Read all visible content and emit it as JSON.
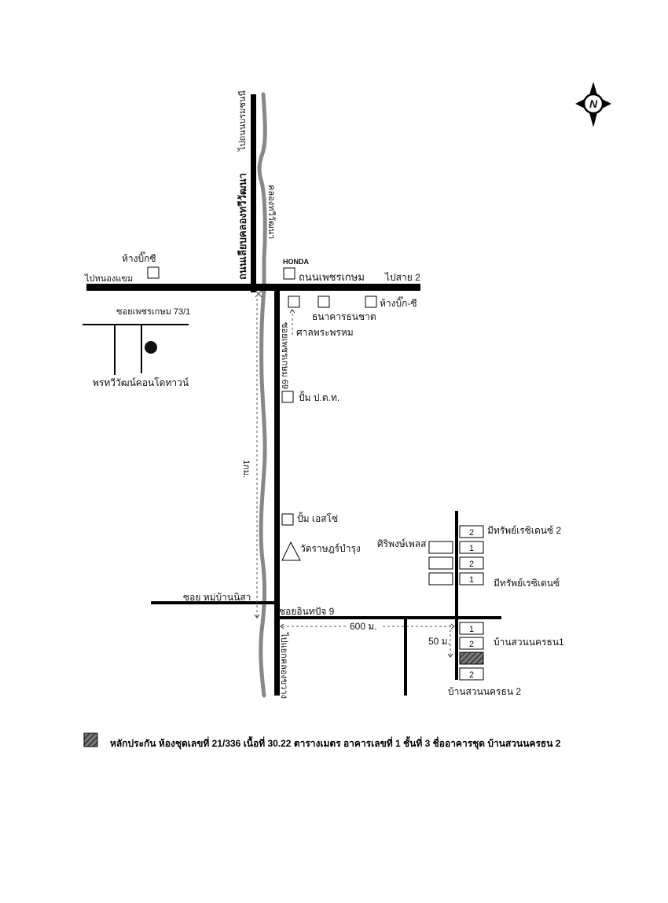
{
  "map": {
    "compass_letter": "N",
    "to_top": "ไปถนนบรมชนนี",
    "main_road_vertical": "ถนนเลียบคลองทวีวัฒนา",
    "canal": "คลองทวีวัฒนา",
    "big_c_left": "ห้างบิ๊กซี",
    "honda": "HONDA",
    "to_nongkhaem": "ไปหนองแขม",
    "phetkasem_road": "ถนนเพชรเกษม",
    "to_sai2": "ไปสาย 2",
    "big_c_right": "ห้างบิ๊ก-ซี",
    "thanachart": "ธนาคารธนชาต",
    "shrine": "ศาลพระพรหม",
    "soi_73_1": "ซอยเพชรเกษม 73/1",
    "condo": "พรทวีวัฒน์คอนโดทาวน์",
    "soi_69": "ซอยเพชรเกษม 69",
    "ptt": "ปั้ม ป.ต.ท.",
    "distance_1km": "1กม.",
    "esso": "ปั้ม เอสโซ่",
    "temple": "วัดราษฎร์บำรุง",
    "soi_nisa": "ซอย หมู่บ้านนิสา",
    "soi_inthapat": "ซอยอินทปัจ 9",
    "distance_600": "600 ม.",
    "to_bottom": "ไปแยกคลองขวาง",
    "mesub_2": "มีทรัพย์เรซิเดนซ์ 2",
    "siriphong": "ศิริพงษ์เพลส",
    "mesub": "มีทรัพย์เรซิเดนซ์",
    "distance_50": "50 ม.",
    "baan_suan_1": "บ้านสวนนครธน1",
    "baan_suan_2": "บ้านสวนนครธน 2",
    "building_numbers_upper": [
      "2",
      "1",
      "2",
      "1"
    ],
    "building_numbers_lower": [
      "1",
      "2",
      "2"
    ]
  },
  "legend": {
    "text": "หลักประกัน ห้องชุดเลขที่ 21/336 เนื้อที่ 30.22 ตารางเมตร อาคารเลขที่ 1 ชั้นที่ 3 ชื่ออาคารชุด บ้านสวนนครธน 2"
  }
}
